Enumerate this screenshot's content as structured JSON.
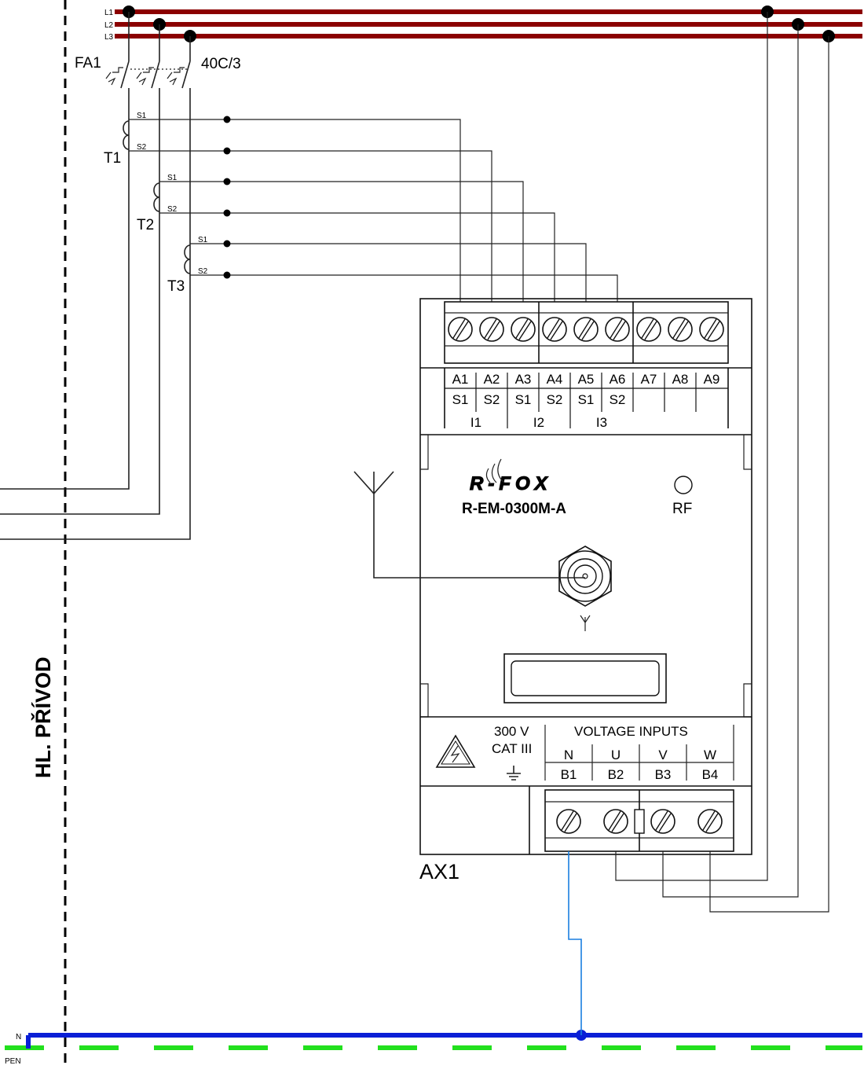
{
  "busbars": {
    "phase_labels": [
      "L1",
      "L2",
      "L3"
    ],
    "neutral_label": "N",
    "pe_label": "PEN",
    "phase_color": "#8b0000",
    "neutral_color": "#0a1fd6",
    "pe_color": "#22e01e",
    "signal_color": "#1a7fe0"
  },
  "breaker": {
    "ref": "FA1",
    "rating": "40C/3"
  },
  "transformers": [
    {
      "ref": "T1",
      "s1": "S1",
      "s2": "S2"
    },
    {
      "ref": "T2",
      "s1": "S1",
      "s2": "S2"
    },
    {
      "ref": "T3",
      "s1": "S1",
      "s2": "S2"
    }
  ],
  "side_label": "HL. PŘÍVOD",
  "device": {
    "ref": "AX1",
    "brand": "R-FOX",
    "model": "R-EM-0300M-A",
    "rf_label": "RF",
    "current_terminals": {
      "labels": [
        "A1",
        "A2",
        "A3",
        "A4",
        "A5",
        "A6",
        "A7",
        "A8",
        "A9"
      ],
      "signals": [
        "S1",
        "S2",
        "S1",
        "S2",
        "S1",
        "S2",
        "",
        "",
        ""
      ],
      "groups": [
        "I1",
        "I2",
        "I3"
      ]
    },
    "voltage": {
      "rating": "300 V",
      "category": "CAT III",
      "title": "VOLTAGE INPUTS",
      "phases": [
        "N",
        "U",
        "V",
        "W"
      ],
      "terminals": [
        "B1",
        "B2",
        "B3",
        "B4"
      ]
    }
  },
  "icons": {
    "warning": "high-voltage-warning-icon",
    "ground": "ground-icon",
    "antenna": "antenna-icon"
  }
}
